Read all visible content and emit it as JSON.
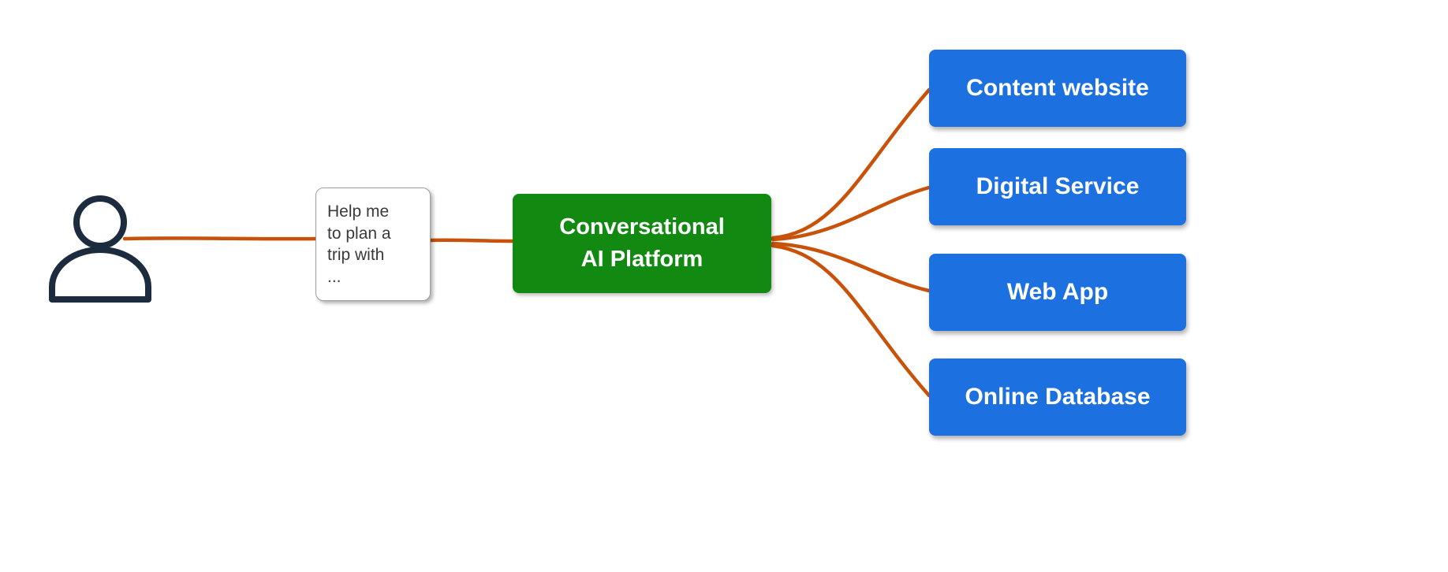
{
  "colors": {
    "connector": "#c9520a",
    "platform_fill": "#128a12",
    "target_fill": "#1d70e0",
    "person_stroke": "#1c2b3e",
    "box_text": "#ffffff"
  },
  "icons": {
    "user": "person-silhouette-icon"
  },
  "nodes": {
    "user_message": "Help me\nto plan a\ntrip with\n...",
    "platform": "Conversational\nAI Platform",
    "targets": [
      {
        "label": "Content website"
      },
      {
        "label": "Digital Service"
      },
      {
        "label": "Web App"
      },
      {
        "label": "Online Database"
      }
    ]
  }
}
